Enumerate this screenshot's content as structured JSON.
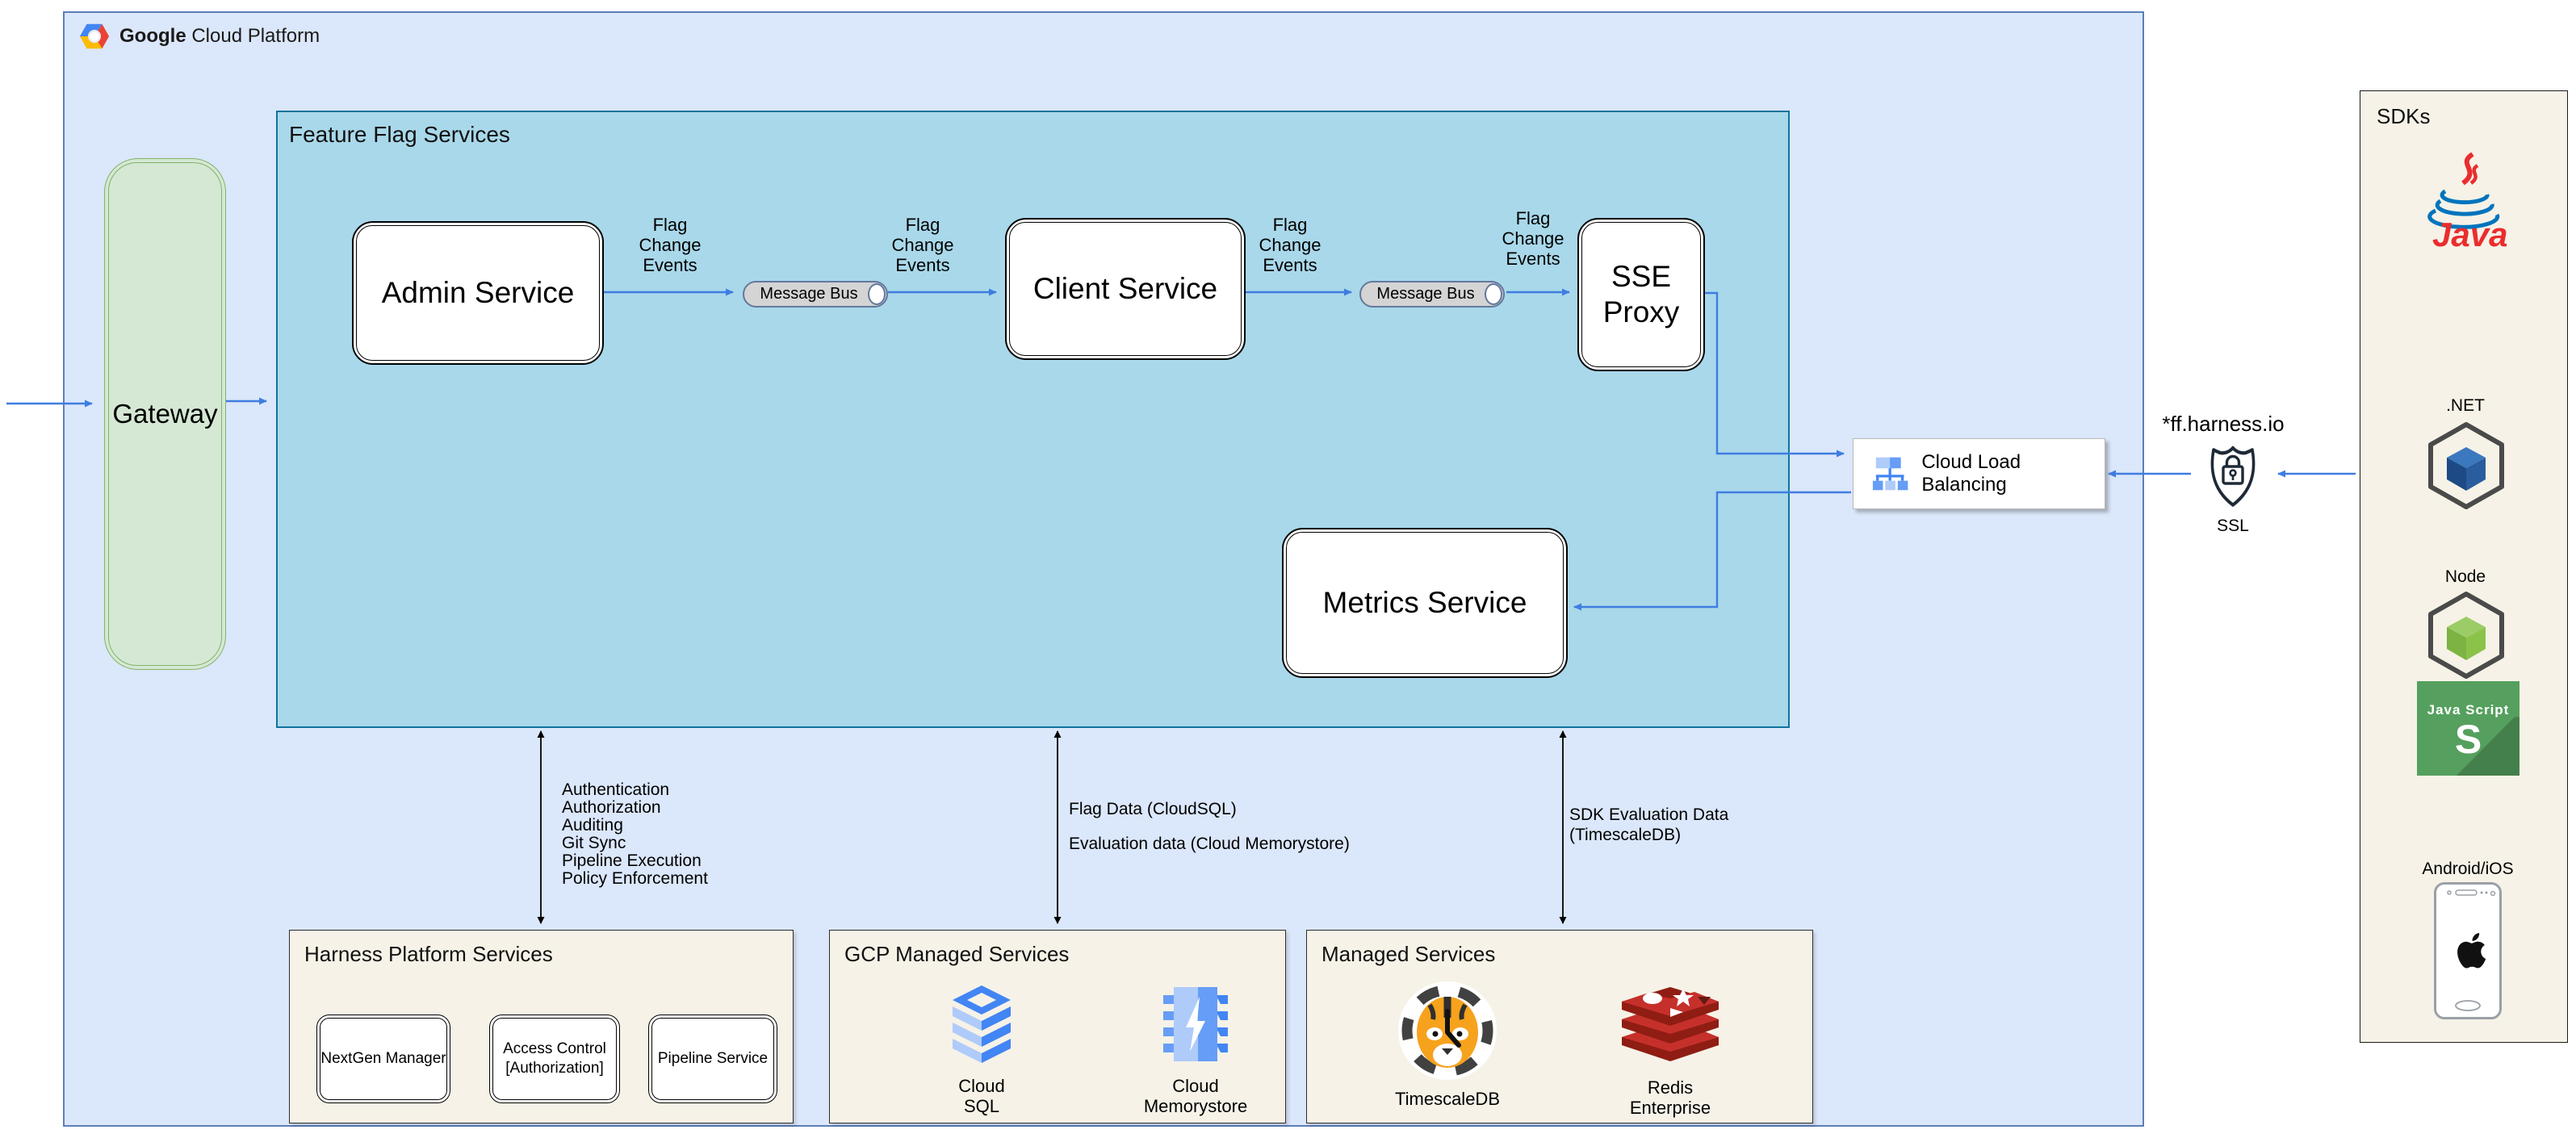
{
  "header": {
    "brand_bold": "Google",
    "brand_rest": "Cloud Platform"
  },
  "gateway": {
    "label": "Gateway"
  },
  "ffs": {
    "title": "Feature Flag Services",
    "admin_label": "Admin Service",
    "client_label": "Client Service",
    "sse_line1": "SSE",
    "sse_line2": "Proxy",
    "metrics_label": "Metrics Service",
    "bus_label": "Message Bus",
    "flag_events": {
      "line1": "Flag",
      "line2": "Change",
      "line3": "Events"
    }
  },
  "clb": {
    "label": "Cloud Load Balancing"
  },
  "ssl": {
    "domain": "*ff.harness.io",
    "label": "SSL"
  },
  "sdks": {
    "title": "SDKs",
    "java_label": "Java",
    "dotnet_label": ".NET",
    "node_label": "Node",
    "js_text": "Java Script",
    "js_s": "S",
    "mobile_label": "Android/iOS"
  },
  "annotations": {
    "auth_list": [
      "Authentication",
      "Authorization",
      "Auditing",
      "Git Sync",
      "Pipeline Execution",
      "Policy Enforcement"
    ],
    "flag_data": "Flag Data (CloudSQL)",
    "eval_data": "Evaluation data (Cloud Memorystore)",
    "sdk_eval_line1": "SDK Evaluation Data",
    "sdk_eval_line2": "(TimescaleDB)"
  },
  "bottom": {
    "harness": {
      "title": "Harness Platform Services",
      "nodes": [
        [
          "NextGen Manager"
        ],
        [
          "Access Control",
          "[Authorization]"
        ],
        [
          "Pipeline Service"
        ]
      ]
    },
    "gcp_managed": {
      "title": "GCP Managed Services",
      "sql_cap1": "Cloud",
      "sql_cap2": "SQL",
      "mem_cap1": "Cloud",
      "mem_cap2": "Memorystore"
    },
    "managed": {
      "title": "Managed Services",
      "timescale_cap": "TimescaleDB",
      "redis_cap1": "Redis",
      "redis_cap2": "Enterprise"
    }
  },
  "colors": {
    "gcp_fill": "#dbe7fa",
    "gcp_border": "#5b7fb9",
    "ffs_fill": "#a9d8ea",
    "ffs_border": "#10739e",
    "gateway_fill": "#d5e8d4",
    "gateway_border": "#82b366",
    "cream_fill": "#f6f2e7",
    "arrow_blue": "#3f7de0",
    "arrow_black": "#000000"
  }
}
